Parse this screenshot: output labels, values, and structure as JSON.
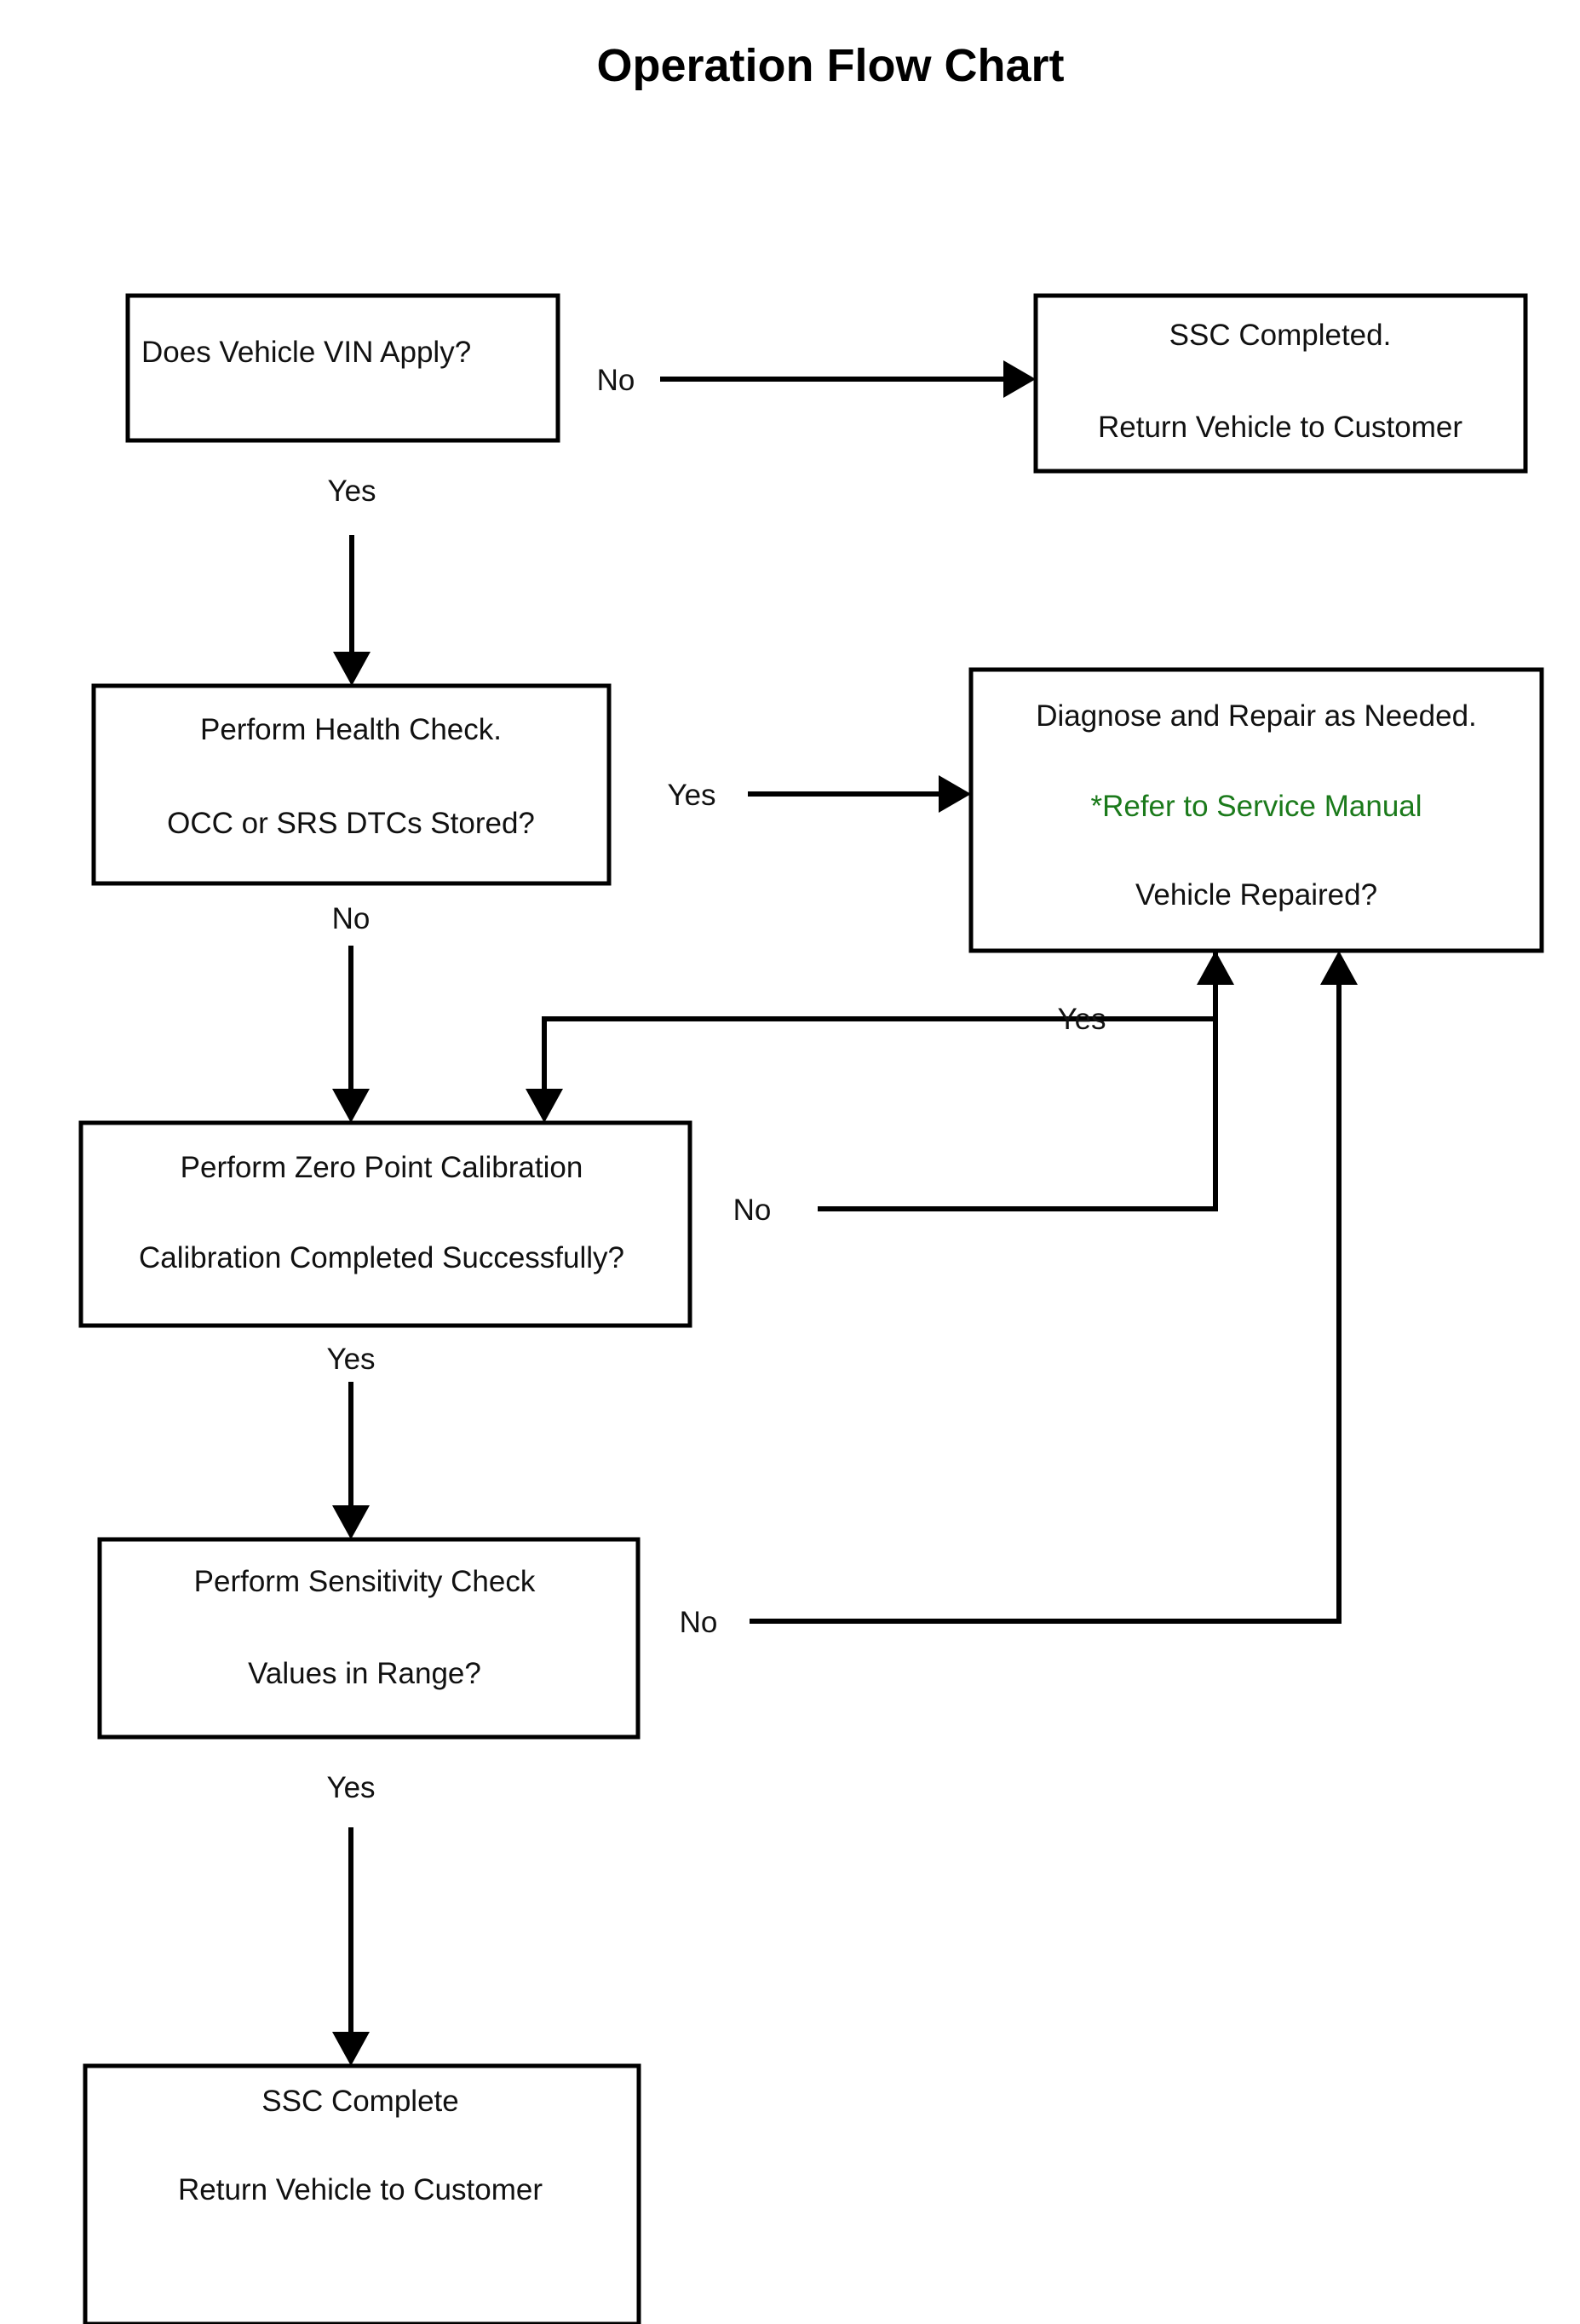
{
  "page": {
    "title": "Operation Flow Chart",
    "background_color": "#ffffff",
    "text_color": "#111111",
    "accent_color": "#1b7a1b",
    "line_color": "#000000"
  },
  "chart_data": {
    "type": "diagram",
    "diagram_type": "flowchart",
    "title": "Operation Flow Chart",
    "nodes": [
      {
        "id": "vin",
        "shape": "rectangle",
        "lines": [
          "Does Vehicle VIN Apply?"
        ],
        "text_align": "left"
      },
      {
        "id": "ssc_completed",
        "shape": "rectangle",
        "lines": [
          "SSC Completed.",
          "Return Vehicle to Customer"
        ],
        "text_align": "center"
      },
      {
        "id": "health_check",
        "shape": "rectangle",
        "lines": [
          "Perform Health Check.",
          "OCC or SRS DTCs Stored?"
        ],
        "text_align": "center"
      },
      {
        "id": "diagnose",
        "shape": "rectangle",
        "lines": [
          "Diagnose and Repair as Needed.",
          "*Refer to Service Manual",
          "Vehicle Repaired?"
        ],
        "accent_line_index": 1,
        "text_align": "center"
      },
      {
        "id": "zero_point",
        "shape": "rectangle",
        "lines": [
          "Perform Zero Point Calibration",
          "Calibration Completed Successfully?"
        ],
        "text_align": "center"
      },
      {
        "id": "sensitivity",
        "shape": "rectangle",
        "lines": [
          "Perform Sensitivity Check",
          "Values in Range?"
        ],
        "text_align": "center"
      },
      {
        "id": "ssc_complete",
        "shape": "rectangle",
        "lines": [
          "SSC Complete",
          "Return Vehicle to Customer"
        ],
        "text_align": "center"
      }
    ],
    "edges": [
      {
        "from": "vin",
        "to": "ssc_completed",
        "label": "No"
      },
      {
        "from": "vin",
        "to": "health_check",
        "label": "Yes"
      },
      {
        "from": "health_check",
        "to": "diagnose",
        "label": "Yes"
      },
      {
        "from": "health_check",
        "to": "zero_point",
        "label": "No"
      },
      {
        "from": "diagnose",
        "to": "zero_point",
        "label": "Yes"
      },
      {
        "from": "zero_point",
        "to": "diagnose",
        "label": "No"
      },
      {
        "from": "zero_point",
        "to": "sensitivity",
        "label": "Yes"
      },
      {
        "from": "sensitivity",
        "to": "diagnose",
        "label": "No"
      },
      {
        "from": "sensitivity",
        "to": "ssc_complete",
        "label": "Yes"
      }
    ]
  },
  "nodes": {
    "vin": {
      "line1": "Does Vehicle VIN Apply?"
    },
    "ssc_completed": {
      "line1": "SSC Completed.",
      "line2": "Return Vehicle to Customer"
    },
    "health_check": {
      "line1": "Perform Health Check.",
      "line2": "OCC or SRS DTCs Stored?"
    },
    "diagnose": {
      "line1": "Diagnose and Repair as Needed.",
      "line2": "*Refer to Service Manual",
      "line3": "Vehicle Repaired?"
    },
    "zero_point": {
      "line1": "Perform Zero Point Calibration",
      "line2": "Calibration Completed Successfully?"
    },
    "sensitivity": {
      "line1": "Perform Sensitivity Check",
      "line2": "Values in Range?"
    },
    "ssc_complete": {
      "line1": "SSC Complete",
      "line2": "Return Vehicle to Customer"
    }
  },
  "edge_labels": {
    "vin_no": "No",
    "vin_yes": "Yes",
    "health_yes": "Yes",
    "health_no": "No",
    "diagnose_yes": "Yes",
    "zero_no": "No",
    "zero_yes": "Yes",
    "sensitivity_no": "No",
    "sensitivity_yes": "Yes"
  }
}
